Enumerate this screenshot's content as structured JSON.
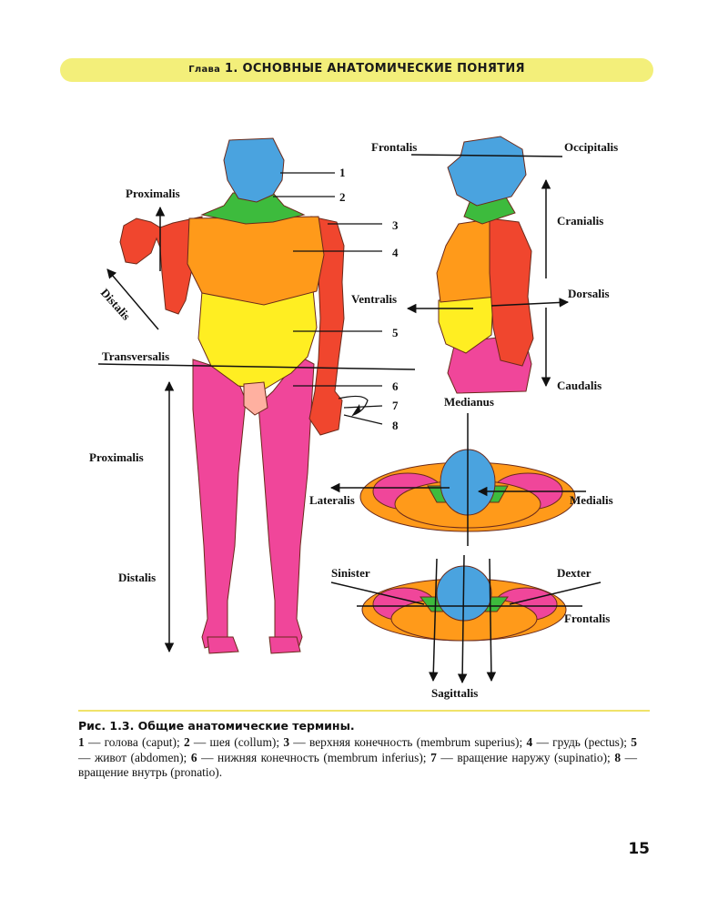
{
  "header": {
    "chapter_prefix": "Глава",
    "chapter_number": "1.",
    "chapter_title": "ОСНОВНЫЕ АНАТОМИЧЕСКИЕ ПОНЯТИЯ",
    "bar_color": "#f3ef7a"
  },
  "figure": {
    "front_view": {
      "numbers": [
        "1",
        "2",
        "3",
        "4",
        "5",
        "6",
        "7",
        "8"
      ],
      "labels": {
        "proximalis_upper": "Proximalis",
        "distalis_arm": "Distalis",
        "transversalis": "Transversalis",
        "proximalis_leg": "Proximalis",
        "distalis_leg": "Distalis"
      }
    },
    "side_view": {
      "frontalis": "Frontalis",
      "occipitalis": "Occipitalis",
      "cranialis": "Cranialis",
      "ventralis": "Ventralis",
      "dorsalis": "Dorsalis",
      "caudalis": "Caudalis"
    },
    "top_view_1": {
      "medianus": "Medianus",
      "lateralis": "Lateralis",
      "medialis": "Medialis"
    },
    "top_view_2": {
      "sinister": "Sinister",
      "dexter": "Dexter",
      "frontalis": "Frontalis",
      "sagittalis": "Sagittalis"
    },
    "colors": {
      "head": "#4aa3df",
      "neck": "#3dbb3d",
      "chest": "#ff9a1a",
      "abdomen": "#ffee22",
      "arm": "#f0462e",
      "leg": "#f0469a"
    }
  },
  "caption": {
    "title": "Рис. 1.3. Общие анатомические термины.",
    "items": [
      {
        "num": "1",
        "text": " — голова (caput); "
      },
      {
        "num": "2",
        "text": " — шея (collum); "
      },
      {
        "num": "3",
        "text": " — верхняя конечность (membrum superius); "
      },
      {
        "num": "4",
        "text": " — грудь (pectus); "
      },
      {
        "num": "5",
        "text": " — живот (abdomen); "
      },
      {
        "num": "6",
        "text": " — нижняя конечность (membrum inferius); "
      },
      {
        "num": "7",
        "text": " — вращение наружу (supinatio); "
      },
      {
        "num": "8",
        "text": " — вращение внутрь (pronatio)."
      }
    ]
  },
  "page_number": "15"
}
